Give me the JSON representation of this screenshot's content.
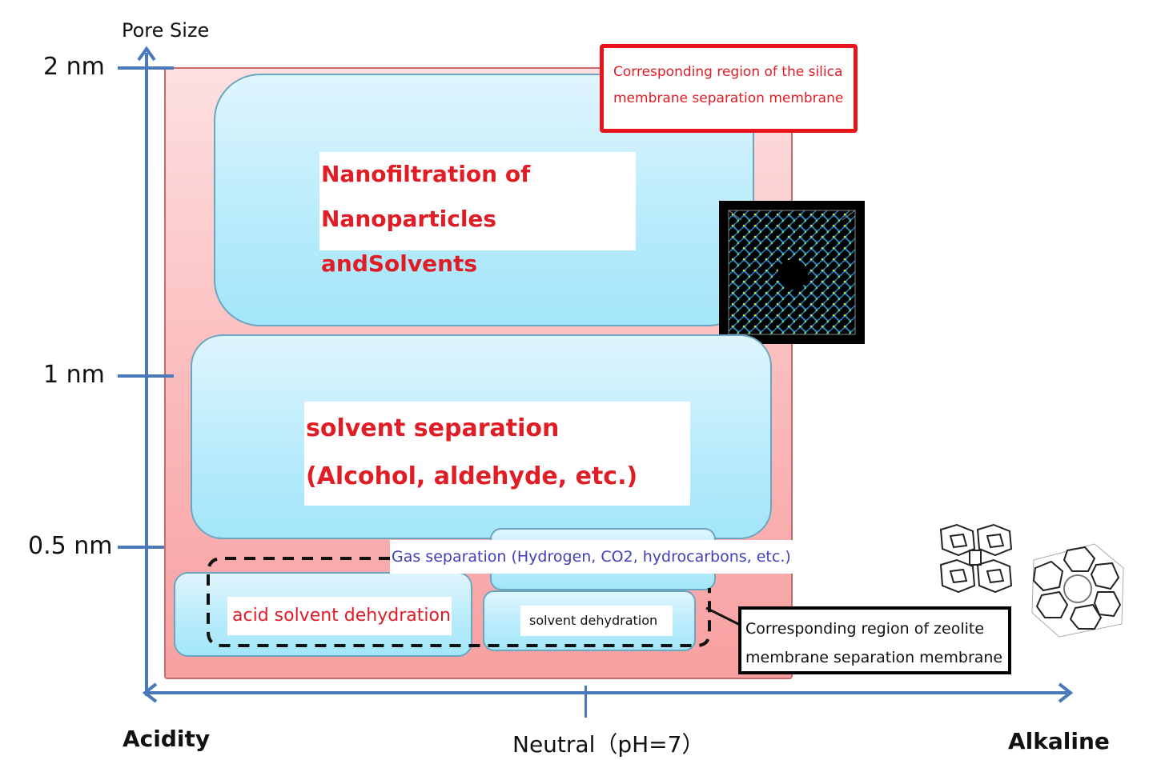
{
  "diagram": {
    "title_axis_y": "Pore Size",
    "y_ticks": [
      "2 nm",
      "1 nm",
      "0.5 nm"
    ],
    "x_labels": {
      "left": "Acidity",
      "center": "Neutral（pH=7）",
      "right": "Alkaline"
    },
    "regions": {
      "nanofiltration": [
        "Nanofiltration of",
        "Nanoparticles andSolvents"
      ],
      "solvent_separation": [
        "solvent separation",
        "(Alcohol, aldehyde, etc.)"
      ],
      "gas_separation": "Gas separation (Hydrogen, CO2, hydrocarbons, etc.)",
      "acid_solvent_dehydration": "acid solvent dehydration",
      "solvent_dehydration": "solvent dehydration"
    },
    "callouts": {
      "silica": [
        "Corresponding region of the silica",
        "membrane separation membrane"
      ],
      "zeolite": [
        "Corresponding region of zeolite",
        "membrane separation membrane"
      ]
    },
    "images": {
      "silica_structure": "silica-network-structure",
      "zeolite_structures": "zeolite-framework-structures"
    },
    "colors": {
      "axis": "#4a78b8",
      "silica_region": "#fbb9ba",
      "application_box": "#b7ebfb",
      "red_label": "#e01c25",
      "blue_label": "#4040b8"
    }
  }
}
